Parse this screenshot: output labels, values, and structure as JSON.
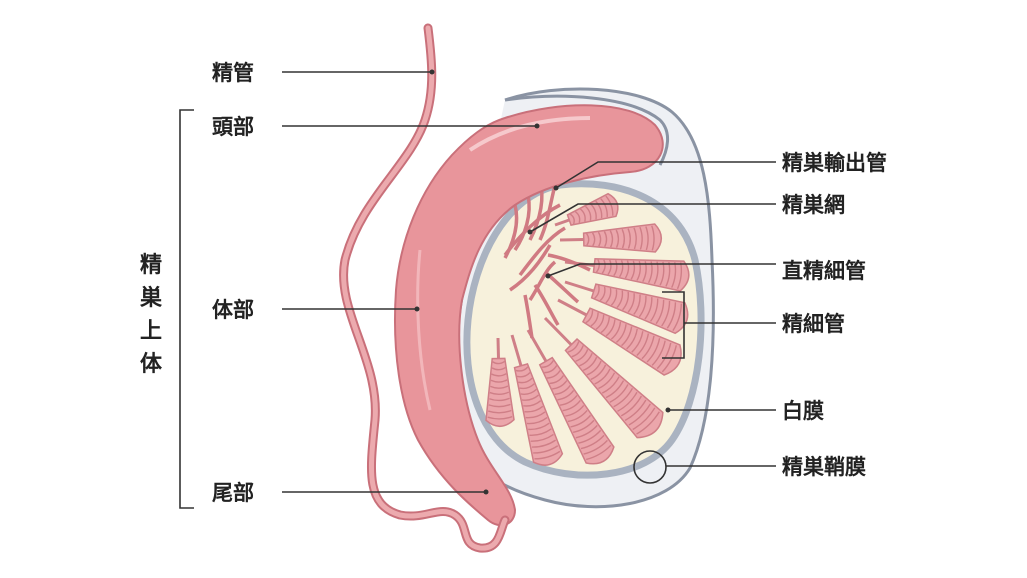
{
  "labels": {
    "vas_deferens": "精管",
    "head": "頭部",
    "body": "体部",
    "tail": "尾部",
    "efferent_ducts": "精巣輸出管",
    "rete_testis": "精巣網",
    "straight_tubules": "直精細管",
    "seminiferous_tubules": "精細管",
    "tunica_albuginea": "白膜",
    "tunica_vaginalis": "精巣鞘膜"
  },
  "bracket_label": [
    "精",
    "巣",
    "上",
    "体"
  ],
  "colors": {
    "epididymis": "#e8959b",
    "epididymis_dark": "#c9707a",
    "tubules": "#eba6ab",
    "tubules_dark": "#cf7f87",
    "testis_fill": "#f7f1dc",
    "albuginea": "#b8c0cc",
    "vaginalis": "#8a93a3",
    "text": "#222222"
  }
}
